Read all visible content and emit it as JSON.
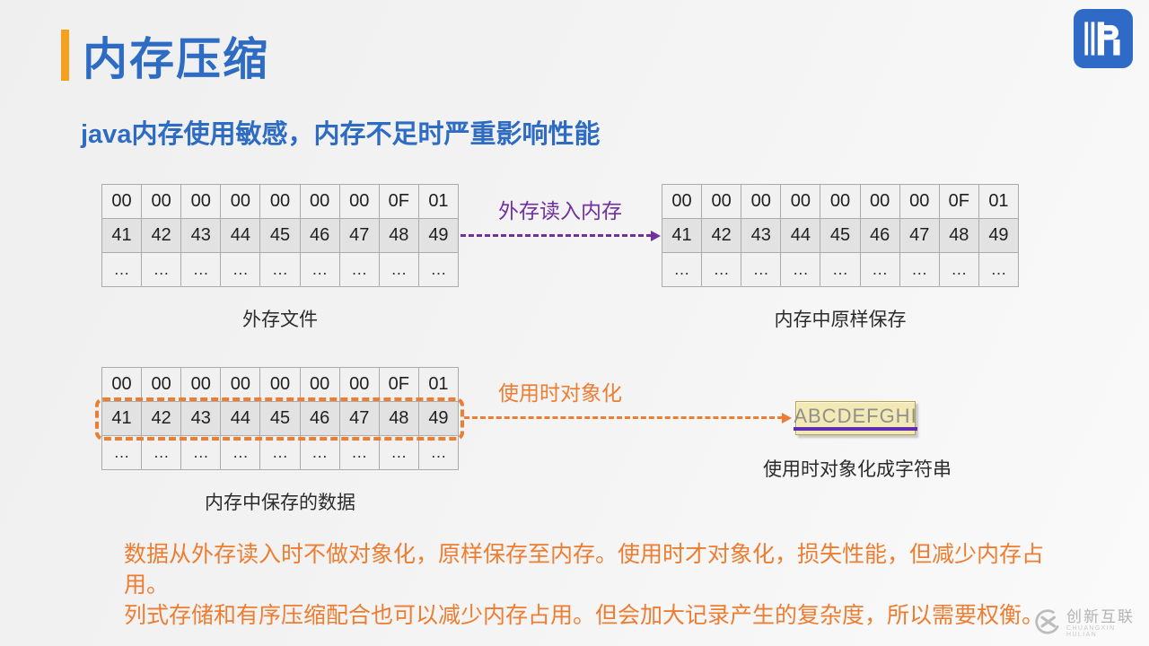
{
  "header": {
    "title": "内存压缩",
    "subtitle": "java内存使用敏感，内存不足时严重影响性能"
  },
  "memory_table": {
    "rows": [
      [
        "00",
        "00",
        "00",
        "00",
        "00",
        "00",
        "00",
        "0F",
        "01"
      ],
      [
        "41",
        "42",
        "43",
        "44",
        "45",
        "46",
        "47",
        "48",
        "49"
      ],
      [
        "…",
        "…",
        "…",
        "…",
        "…",
        "…",
        "…",
        "…",
        "…"
      ]
    ]
  },
  "diagram": {
    "external_file_caption": "外存文件",
    "memory_raw_caption": "内存中原样保存",
    "memory_saved_caption": "内存中保存的数据",
    "read_arrow_label": "外存读入内存",
    "objectify_arrow_label": "使用时对象化",
    "string_box_text": "ABCDEFGHI",
    "string_box_caption": "使用时对象化成字符串"
  },
  "note": {
    "line1": "数据从外存读入时不做对象化，原样保存至内存。使用时才对象化，损失性能，但减少内存占用。",
    "line2": "列式存储和有序压缩配合也可以减少内存占用。但会加大记录产生的复杂度，所以需要权衡。"
  },
  "watermark": {
    "brand": "创新互联",
    "brand_sub": "CHUANGXIN HULIAN"
  },
  "colors": {
    "title_blue": "#2E6CC4",
    "accent_orange": "#F5A01E",
    "arrow_purple": "#7030A0",
    "arrow_orange": "#ED7D31",
    "logo_blue": "#2F6BC6",
    "string_box_bg": "#F2E9B4",
    "string_underline": "#5F2DB3"
  }
}
